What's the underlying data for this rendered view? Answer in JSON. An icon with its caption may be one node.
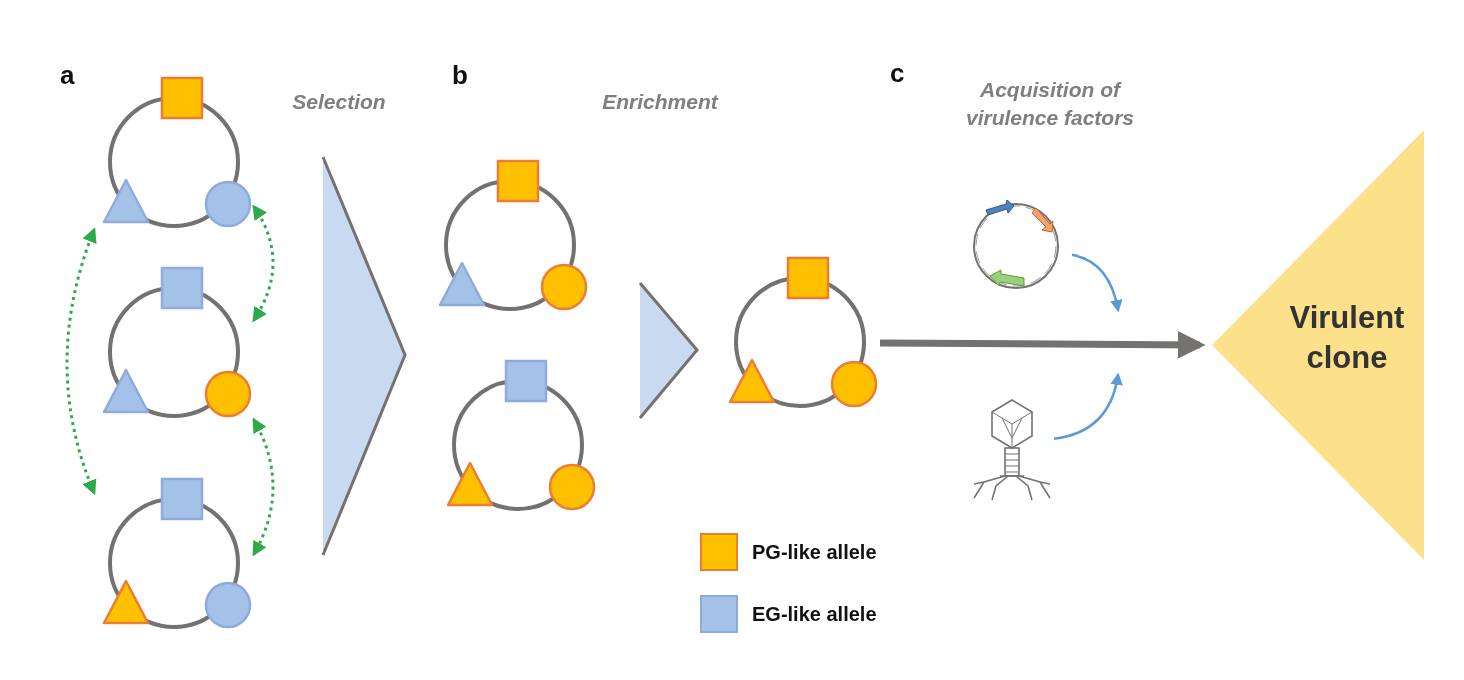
{
  "diagram": {
    "nodes": [
      {
        "text": [],
        "shape": "circle"
      },
      {
        "text": [],
        "shape": "circle"
      },
      {
        "text": [],
        "shape": "circle"
      },
      {
        "text": [],
        "shape": "circle"
      },
      {
        "text": [],
        "shape": "circle"
      },
      {
        "text": [],
        "shape": "circle"
      },
      {
        "text": [],
        "shape": "picture"
      },
      {
        "text": [],
        "shape": "picture"
      },
      {
        "text": [
          "Virulent clone"
        ]
      },
      {
        "text": [],
        "shape": "triangle"
      },
      {
        "text": [],
        "shape": "triangle"
      }
    ],
    "edges": [
      {
        "from": 0,
        "to": 2,
        "arrow": "both",
        "style": "dashed",
        "color": "#2eaa4a"
      },
      {
        "from": 0,
        "to": 1,
        "arrow": "both",
        "style": "dashed",
        "color": "#2eaa4a"
      },
      {
        "from": 1,
        "to": 2,
        "arrow": "both",
        "style": "dashed",
        "color": "#2eaa4a"
      },
      {
        "from": 5,
        "to": 8,
        "arrow": "to",
        "style": "thick",
        "color": "#767171"
      },
      {
        "from": 6,
        "to": null,
        "arrow": "to",
        "color": "#5b9bd5"
      },
      {
        "from": 7,
        "to": null,
        "arrow": "to",
        "color": "#5b9bd5"
      }
    ],
    "labels": [
      "a",
      "Selection",
      "b",
      "Enrichment",
      "c",
      "Acquisition of virulence factors"
    ],
    "legend": [
      {
        "text": "PG-like allele",
        "color": "#ffc000"
      },
      {
        "text": "EG-like allele",
        "color": "#a4c2e8"
      }
    ]
  }
}
